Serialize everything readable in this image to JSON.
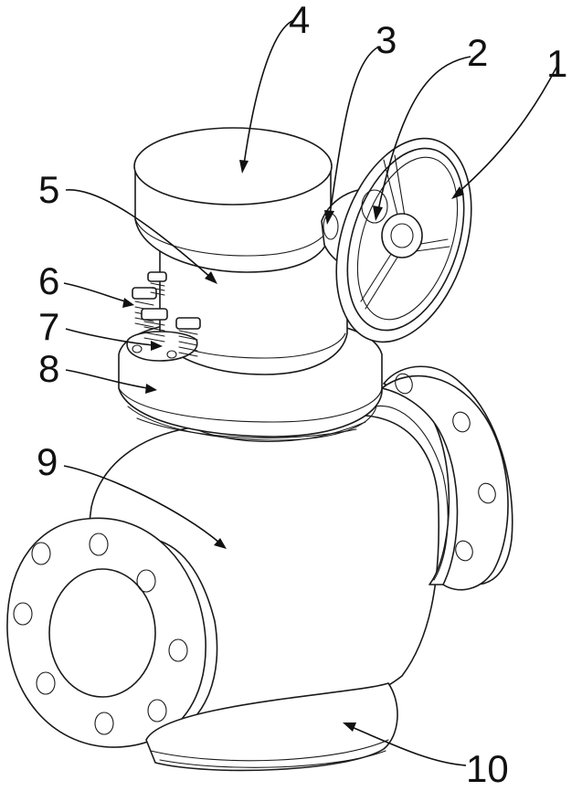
{
  "callouts": [
    {
      "id": "1",
      "text": "1"
    },
    {
      "id": "2",
      "text": "2"
    },
    {
      "id": "3",
      "text": "3"
    },
    {
      "id": "4",
      "text": "4"
    },
    {
      "id": "5",
      "text": "5"
    },
    {
      "id": "6",
      "text": "6"
    },
    {
      "id": "7",
      "text": "7"
    },
    {
      "id": "8",
      "text": "8"
    },
    {
      "id": "9",
      "text": "9"
    },
    {
      "id": "10",
      "text": "10"
    }
  ],
  "style": {
    "line_color": "#1a1a1a",
    "background": "#ffffff"
  }
}
